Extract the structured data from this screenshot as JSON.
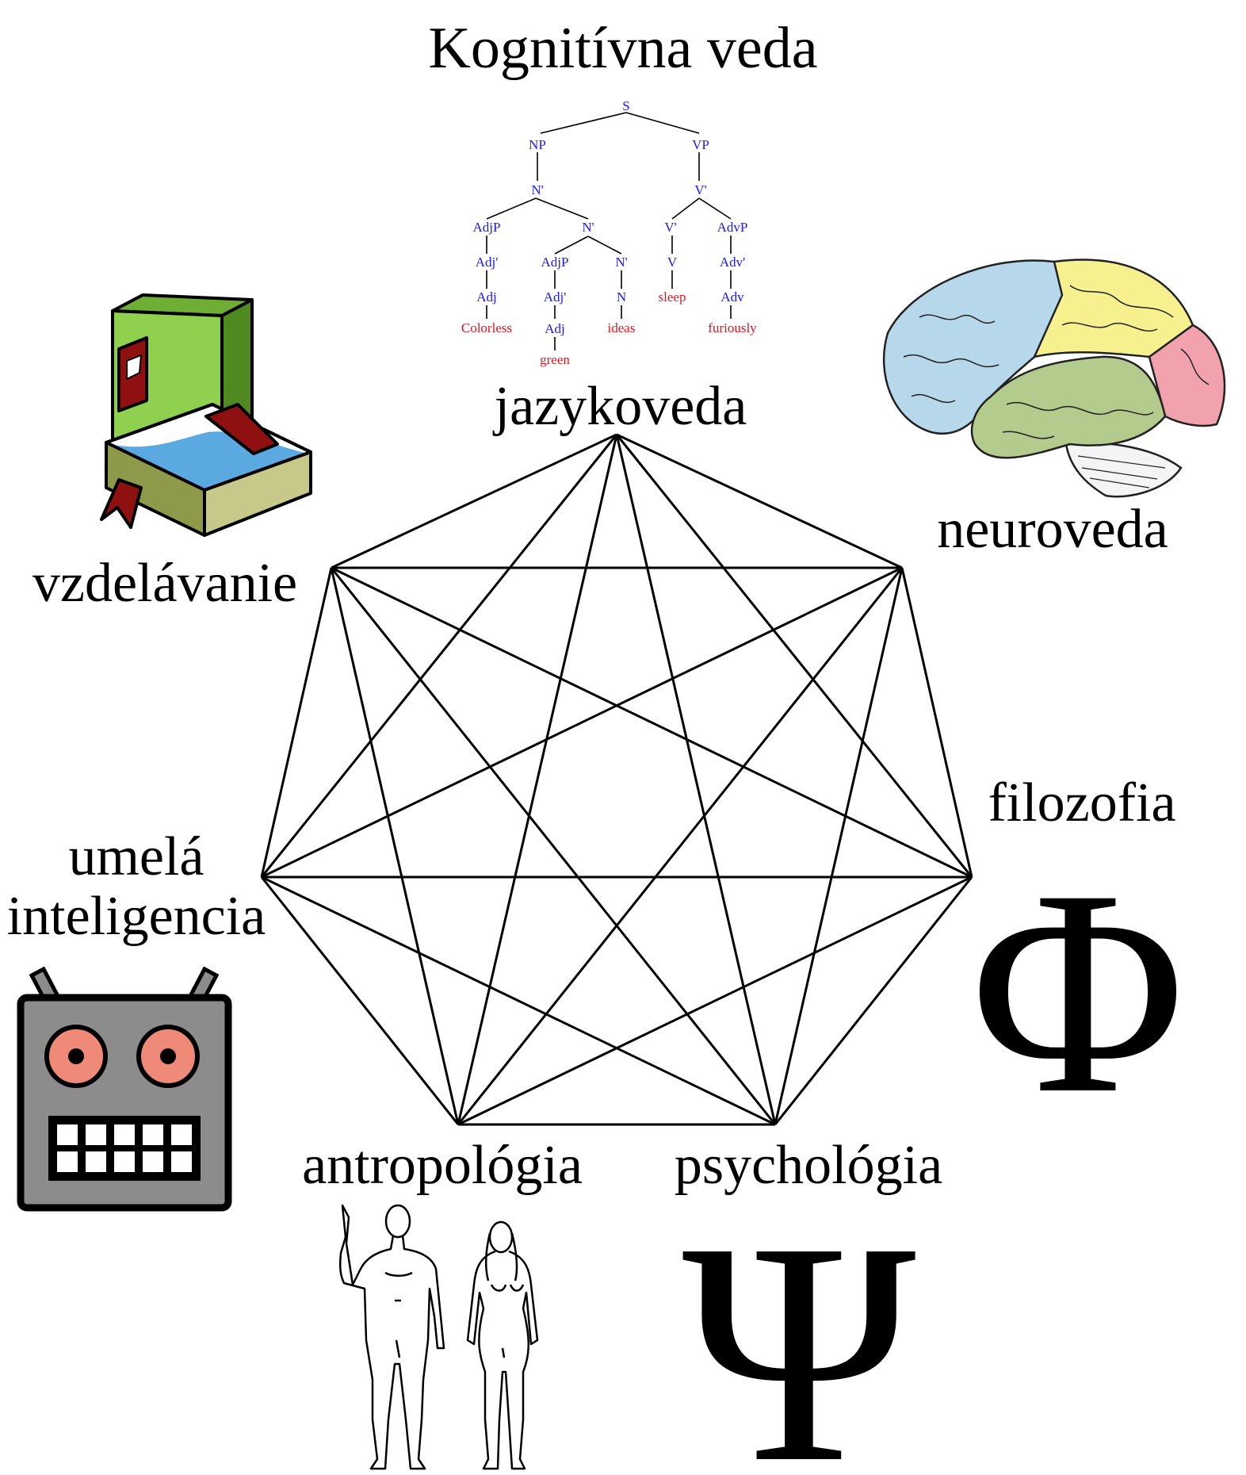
{
  "title": "Kognitívna veda",
  "disciplines": {
    "linguistics": "jazykoveda",
    "neuroscience": "neuroveda",
    "philosophy": "filozofia",
    "psychology": "psychológia",
    "anthropology": "antropológia",
    "ai_line1": "umelá",
    "ai_line2": "inteligencia",
    "education": "vzdelávanie"
  },
  "symbols": {
    "philosophy": "Φ",
    "psychology": "Ψ"
  },
  "parse_tree": {
    "S": "S",
    "NP": "NP",
    "VP": "VP",
    "Nbar_top": "N'",
    "Vbar_top": "V'",
    "AdjP1": "AdjP",
    "Nbar2": "N'",
    "Vbar2": "V'",
    "AdvP": "AdvP",
    "Adjbar1": "Adj'",
    "AdjP2": "AdjP",
    "Nbar3": "N'",
    "V": "V",
    "Advbar": "Adv'",
    "Adj1": "Adj",
    "Adjbar2": "Adj'",
    "N": "N",
    "Adv": "Adv",
    "Adj2": "Adj",
    "w_colorless": "Colorless",
    "w_ideas": "ideas",
    "w_sleep": "sleep",
    "w_furiously": "furiously",
    "w_green": "green"
  },
  "colors": {
    "tree_node": "#1a1aff",
    "tree_word": "#e0141e",
    "brain_frontal": "#b7d8ea",
    "brain_parietal": "#f6f08e",
    "brain_occipital": "#f2a2ad",
    "brain_temporal": "#b3cb8c",
    "robot_face": "#8c8c8c",
    "robot_eye": "#f08a78",
    "book_green": "#8fd14f",
    "book_blue": "#5aa9e0",
    "book_red": "#8e1010"
  }
}
